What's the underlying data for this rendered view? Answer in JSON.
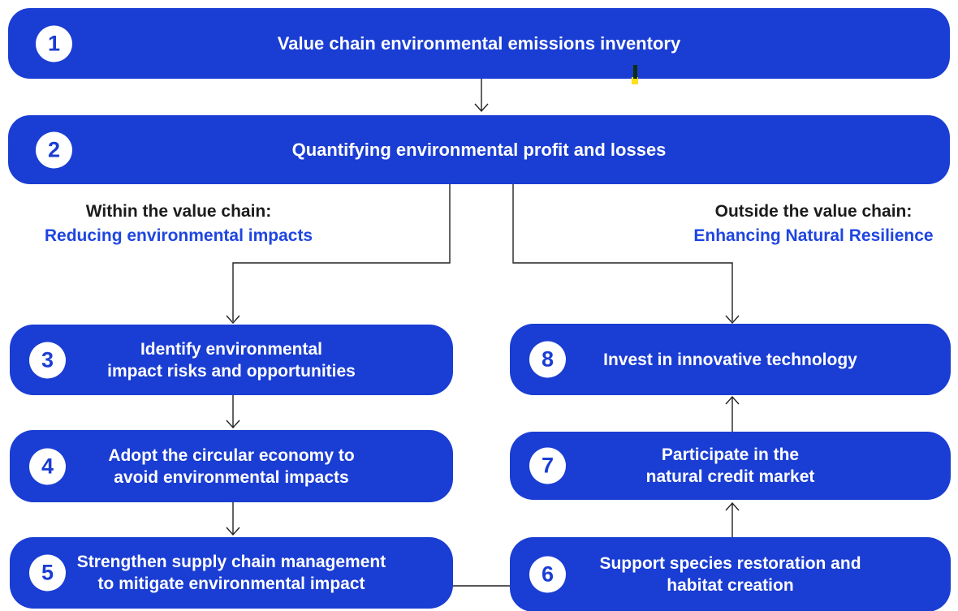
{
  "figure": {
    "type": "flowchart",
    "steps": [
      {
        "number": "1",
        "label": "Value chain environmental emissions inventory"
      },
      {
        "number": "2",
        "label": "Quantifying environmental profit and losses"
      },
      {
        "number": "3",
        "label": "Identify environmental\nimpact risks and opportunities"
      },
      {
        "number": "4",
        "label": "Adopt the circular economy to\navoid environmental impacts"
      },
      {
        "number": "5",
        "label": "Strengthen supply chain management\nto mitigate environmental impact"
      },
      {
        "number": "6",
        "label": "Support species restoration and\nhabitat creation"
      },
      {
        "number": "7",
        "label": "Participate in the\nnatural credit market"
      },
      {
        "number": "8",
        "label": "Invest in innovative technology"
      }
    ],
    "branches": {
      "left": {
        "heading": "Within the value chain:",
        "subheading": "Reducing environmental impacts"
      },
      "right": {
        "heading": "Outside the value chain:",
        "subheading": "Enhancing Natural Resilience"
      }
    },
    "colors": {
      "box_blue": "#1a3dd3",
      "box_text": "#ffffff",
      "link_blue": "#1f46e0",
      "text_dark": "#1c1c1c",
      "connector_black": "#222222",
      "marker_yellow": "#ffe01a",
      "marker_dark": "#0f2f12"
    }
  }
}
